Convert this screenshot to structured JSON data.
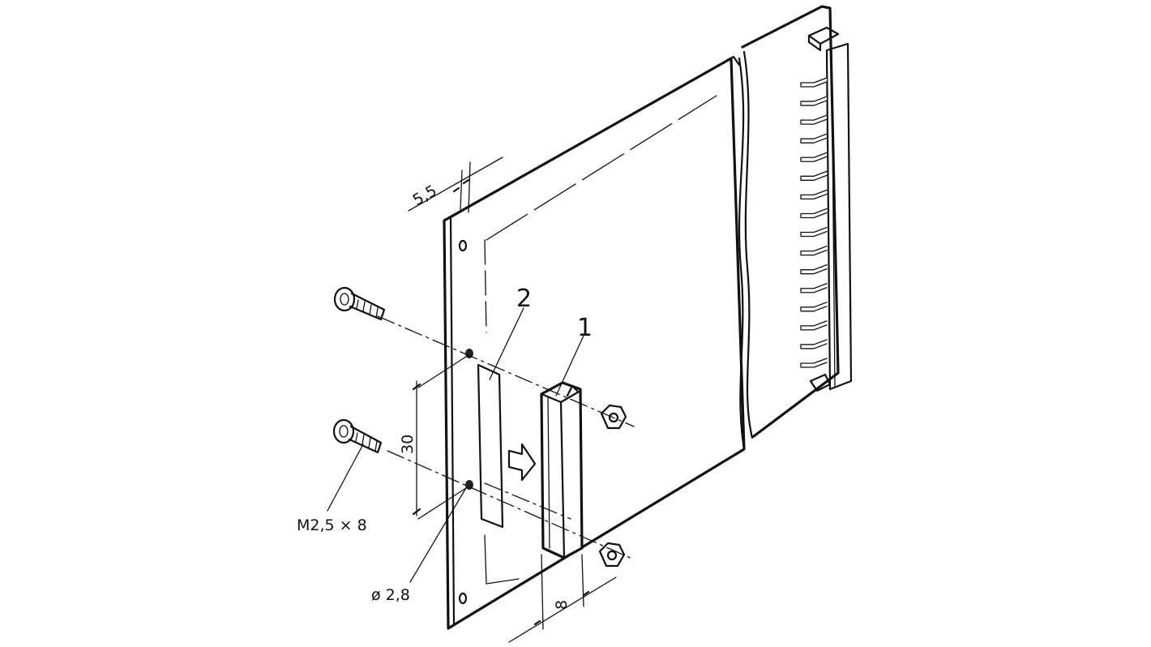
{
  "labels": {
    "part_1": "1",
    "part_2": "2",
    "dim_5_5": "5,5",
    "dim_30": "30",
    "dim_8": "8",
    "screw_spec": "M2,5 × 8",
    "hole_diameter": "ø 2,8"
  },
  "connector": {
    "pin_count": 16
  },
  "colors": {
    "line": "#111111",
    "background": "#ffffff"
  },
  "icons": {
    "insert_arrow": "arrow-right-outline-icon",
    "screw": "screw-icon",
    "nut": "hex-nut-icon"
  }
}
